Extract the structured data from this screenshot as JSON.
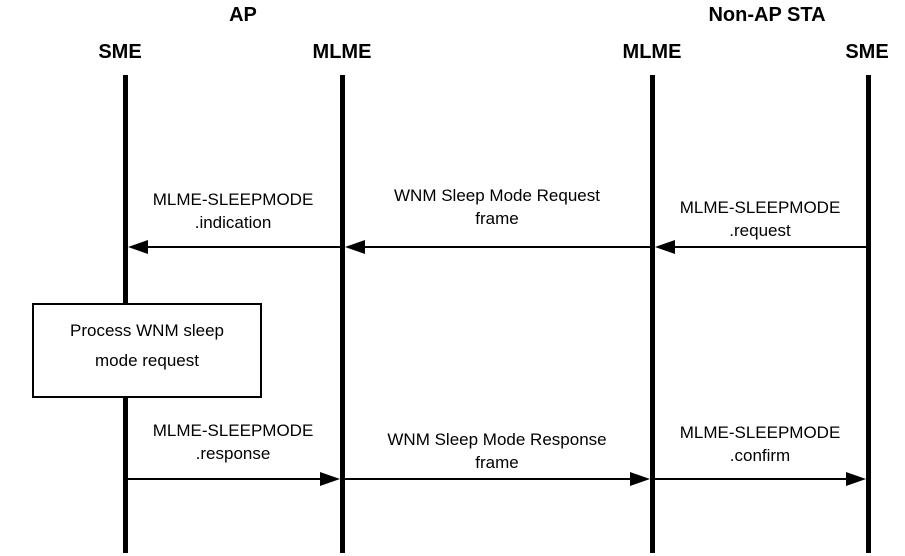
{
  "diagram": {
    "title_semantic": "WNM sleep mode request and response exchange sequence",
    "groups": [
      {
        "label": "AP"
      },
      {
        "label": "Non-AP STA"
      }
    ],
    "lifelines": [
      {
        "label": "SME",
        "group": "AP"
      },
      {
        "label": "MLME",
        "group": "AP"
      },
      {
        "label": "MLME",
        "group": "Non-AP STA"
      },
      {
        "label": "SME",
        "group": "Non-AP STA"
      }
    ],
    "messages": [
      {
        "line1": "MLME-SLEEPMODE",
        "line2": ".indication",
        "from": "AP MLME",
        "to": "AP SME",
        "direction": "left"
      },
      {
        "line1": "WNM Sleep Mode Request",
        "line2": "frame",
        "from": "Non-AP STA MLME",
        "to": "AP MLME",
        "direction": "left"
      },
      {
        "line1": "MLME-SLEEPMODE",
        "line2": ".request",
        "from": "Non-AP STA SME",
        "to": "Non-AP STA MLME",
        "direction": "left"
      },
      {
        "line1": "MLME-SLEEPMODE",
        "line2": ".response",
        "from": "AP SME",
        "to": "AP MLME",
        "direction": "right"
      },
      {
        "line1": "WNM Sleep Mode Response",
        "line2": "frame",
        "from": "AP MLME",
        "to": "Non-AP STA MLME",
        "direction": "right"
      },
      {
        "line1": "MLME-SLEEPMODE",
        "line2": ".confirm",
        "from": "Non-AP STA MLME",
        "to": "Non-AP STA SME",
        "direction": "right"
      }
    ],
    "process_box": {
      "line1": "Process WNM sleep",
      "line2": "mode request"
    },
    "colors": {
      "line": "#000000",
      "text": "#000000",
      "background": "#ffffff"
    }
  }
}
